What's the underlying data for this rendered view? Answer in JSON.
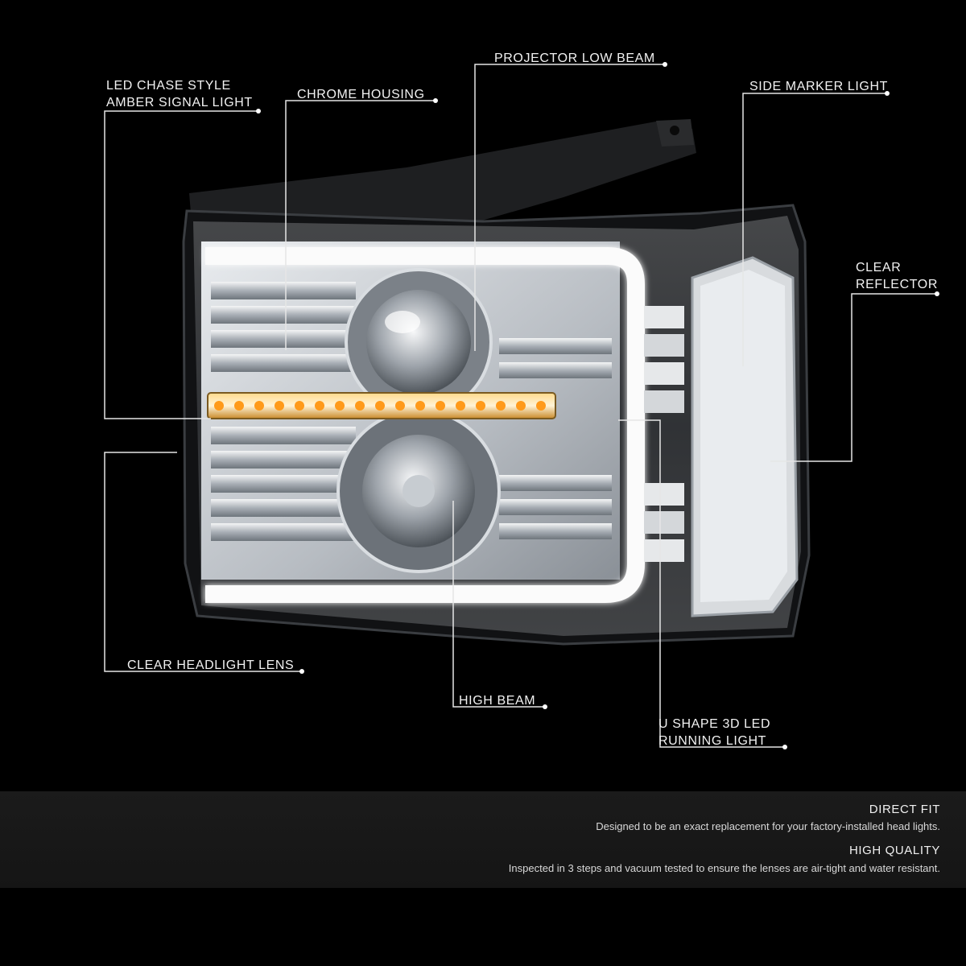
{
  "callouts": {
    "led_chase": [
      "LED CHASE STYLE",
      "AMBER SIGNAL LIGHT"
    ],
    "chrome_housing": "CHROME HOUSING",
    "projector_low_beam": "PROJECTOR LOW BEAM",
    "side_marker": "SIDE MARKER LIGHT",
    "clear_reflector": [
      "CLEAR",
      "REFLECTOR"
    ],
    "clear_headlight_lens": "CLEAR HEADLIGHT LENS",
    "high_beam": "HIGH BEAM",
    "u_shape": [
      "U SHAPE 3D LED",
      "RUNNING LIGHT"
    ]
  },
  "features": [
    {
      "title": "DIRECT FIT",
      "description": "Designed to be an exact replacement for your factory-installed head lights."
    },
    {
      "title": "HIGH QUALITY",
      "description": "Inspected in 3 steps and vacuum tested to ensure the lenses are air-tight and water resistant."
    }
  ],
  "colors": {
    "background": "#000000",
    "leader_line": "#e6e6e6",
    "led_strip": "#ffe2a0",
    "amber_led": "#ff9a1a",
    "chrome": "#b8bec6"
  }
}
